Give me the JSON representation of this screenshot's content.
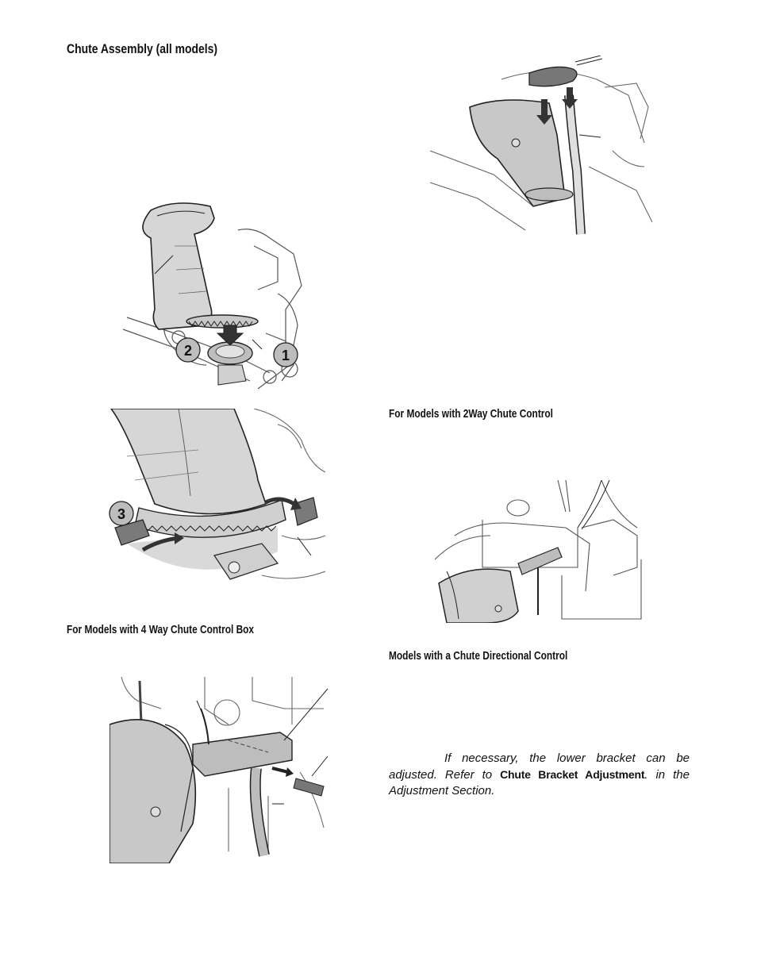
{
  "section_title": "Chute Assembly (all models)",
  "figure1": {
    "callout_1": "1",
    "callout_2": "2"
  },
  "figure2": {
    "callout_3": "3"
  },
  "subheadings": {
    "four_way": "For Models with 4 Way Chute Control Box",
    "two_way": "For Models with 2Way Chute Control",
    "directional": "Models with a Chute Directional Control"
  },
  "note": {
    "text_before": "If necessary, the lower bracket can be adjusted. Refer to ",
    "reference": "Chute Bracket Adjustment",
    "text_after": ". in the Adjustment Section."
  }
}
